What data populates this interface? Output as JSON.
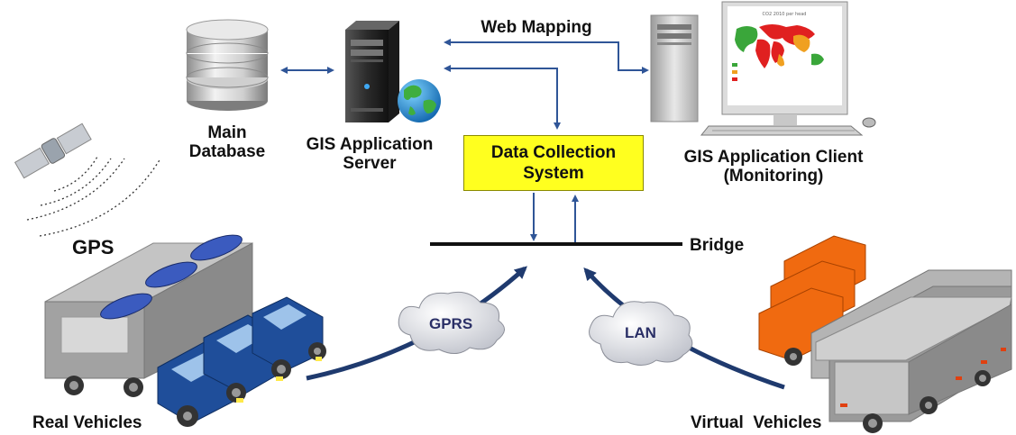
{
  "labels": {
    "web_mapping": "Web Mapping",
    "main_database_line1": "Main",
    "main_database_line2": "Database",
    "gis_server_line1": "GIS Application",
    "gis_server_line2": "Server",
    "data_collection_line1": "Data Collection",
    "data_collection_line2": "System",
    "gis_client_line1": "GIS Application Client",
    "gis_client_line2": "(Monitoring)",
    "gps": "GPS",
    "bridge": "Bridge",
    "gprs": "GPRS",
    "lan": "LAN",
    "real_vehicles": "Real Vehicles",
    "virtual_vehicles": "Virtual  Vehicles"
  },
  "colors": {
    "arrow": "#2f5597",
    "box_fill": "#ffff1f",
    "real_vehicle_cab": "#1f4e9a",
    "virtual_vehicle_cab": "#f06a10",
    "trailer": "#9a9a9a",
    "map_red": "#e02020",
    "map_green": "#3aa63a",
    "map_orange": "#f0a020"
  },
  "icons": {
    "database": "database-icon",
    "server": "server-icon",
    "globe": "globe-icon",
    "client": "desktop-monitor-icon",
    "satellite": "satellite-icon",
    "cloud": "cloud-icon"
  }
}
